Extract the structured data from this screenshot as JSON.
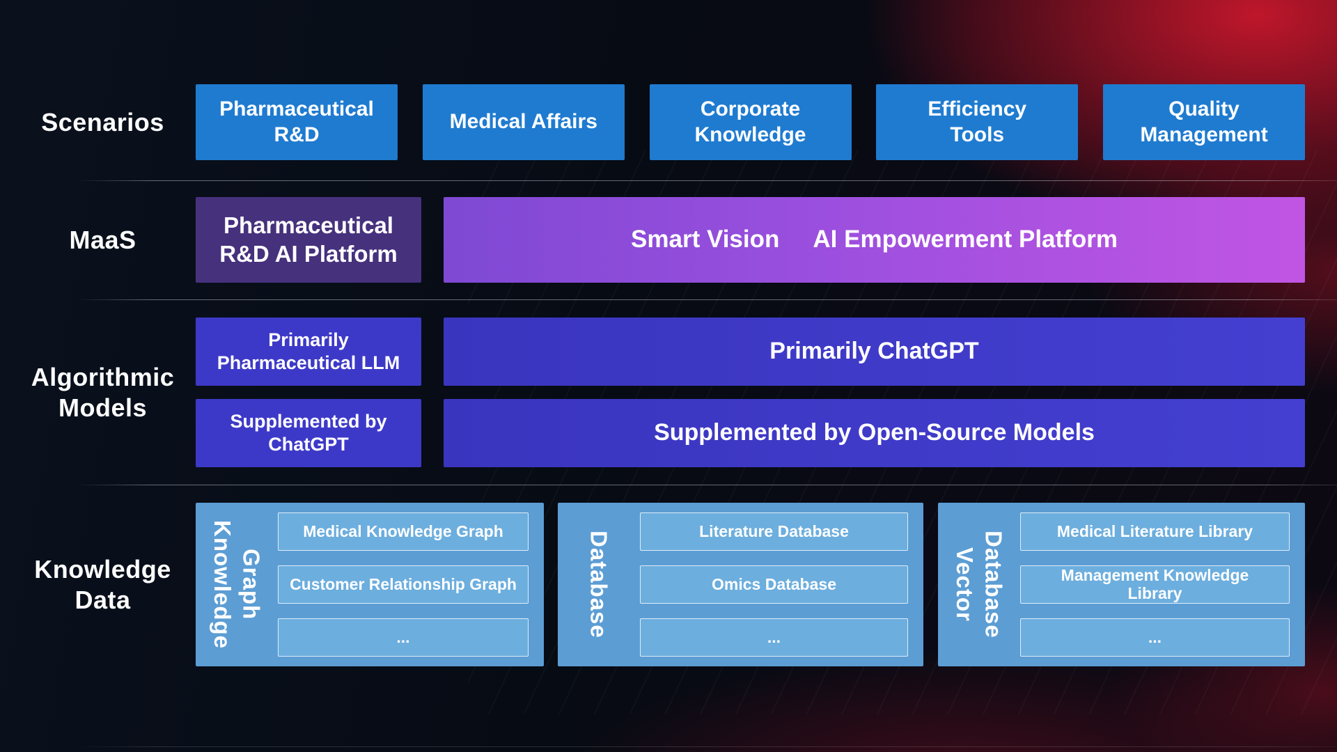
{
  "colors": {
    "background": "#070b14",
    "accent_red": "#c0182e",
    "scenario_box": "#1f7bd0",
    "maas_platform_box": "#46317d",
    "maas_wide_gradient_start": "#7e49d4",
    "maas_wide_gradient_end": "#c155e4",
    "algorithm_box": "#3d39c8",
    "knowledge_group": "#5c9dd4",
    "knowledge_item": "#6caede"
  },
  "scenarios": {
    "label": "Scenarios",
    "items": [
      {
        "label": "Pharmaceutical\nR&D"
      },
      {
        "label": "Medical Affairs"
      },
      {
        "label": "Corporate\nKnowledge"
      },
      {
        "label": "Efficiency\nTools"
      },
      {
        "label": "Quality\nManagement"
      }
    ]
  },
  "maas": {
    "label": "MaaS",
    "platform_box": "Pharmaceutical\nR&D AI Platform",
    "wide_box": {
      "brand": "Smart Vision",
      "title": "AI Empowerment Platform"
    }
  },
  "algorithmic_models": {
    "label": "Algorithmic\nModels",
    "rows": [
      {
        "left": "Primarily\nPharmaceutical LLM",
        "right": "Primarily ChatGPT"
      },
      {
        "left": "Supplemented by\nChatGPT",
        "right": "Supplemented by Open-Source Models"
      }
    ]
  },
  "knowledge_data": {
    "label": "Knowledge\nData",
    "groups": [
      {
        "title": "Knowledge\nGraph",
        "items": [
          "Medical Knowledge Graph",
          "Customer Relationship Graph",
          "..."
        ]
      },
      {
        "title": "Database",
        "items": [
          "Literature Database",
          "Omics Database",
          "..."
        ]
      },
      {
        "title": "Vector\nDatabase",
        "items": [
          "Medical Literature Library",
          "Management Knowledge\nLibrary",
          "..."
        ]
      }
    ]
  }
}
